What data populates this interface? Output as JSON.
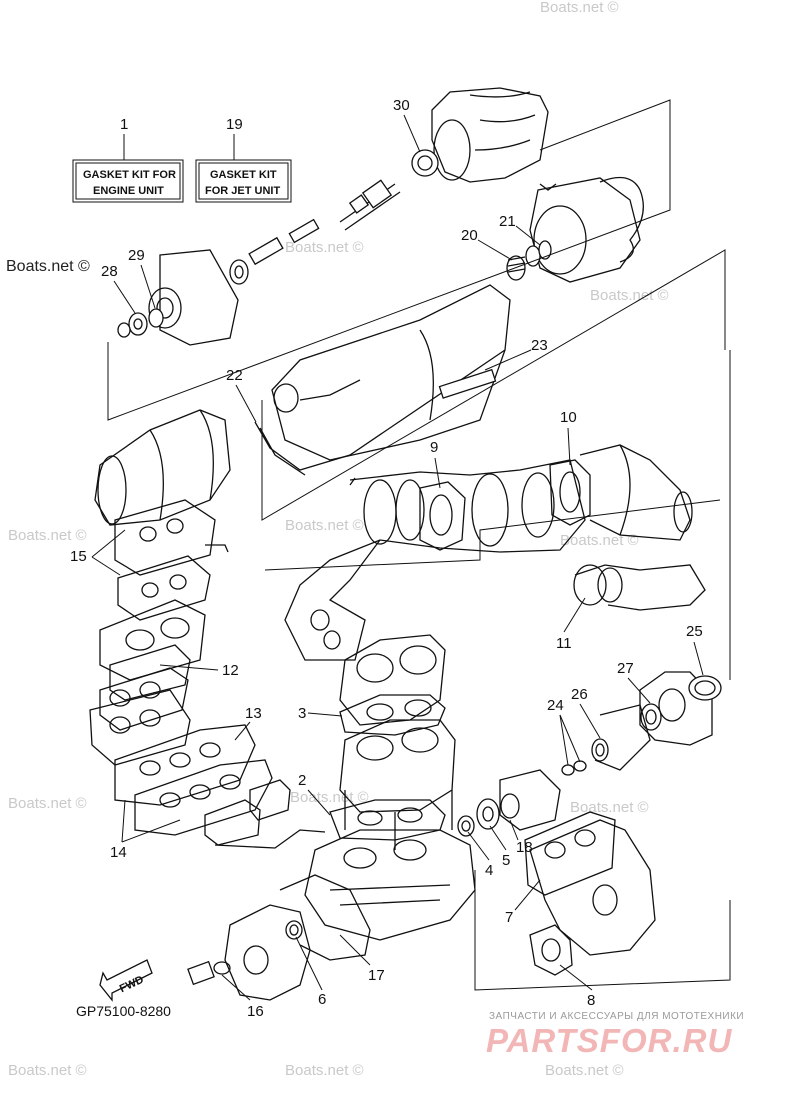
{
  "diagram": {
    "part_code": "GP75100-8280",
    "fwd_label": "FWD",
    "kits": [
      {
        "number": "1",
        "line1": "GASKET KIT FOR",
        "line2": "ENGINE UNIT"
      },
      {
        "number": "19",
        "line1": "GASKET KIT",
        "line2": "FOR JET UNIT"
      }
    ],
    "callouts": [
      "2",
      "3",
      "4",
      "5",
      "6",
      "7",
      "8",
      "9",
      "10",
      "11",
      "12",
      "13",
      "14",
      "15",
      "16",
      "17",
      "18",
      "20",
      "21",
      "22",
      "23",
      "24",
      "25",
      "26",
      "27",
      "28",
      "29",
      "30"
    ]
  },
  "watermarks": {
    "main": "Boats.net ©",
    "faint": "Boats.net ©"
  },
  "shop_banner": {
    "tagline": "ЗАПЧАСТИ И АКСЕССУАРЫ ДЛЯ МОТОТЕХНИКИ",
    "brand": "PARTSFOR.RU"
  }
}
